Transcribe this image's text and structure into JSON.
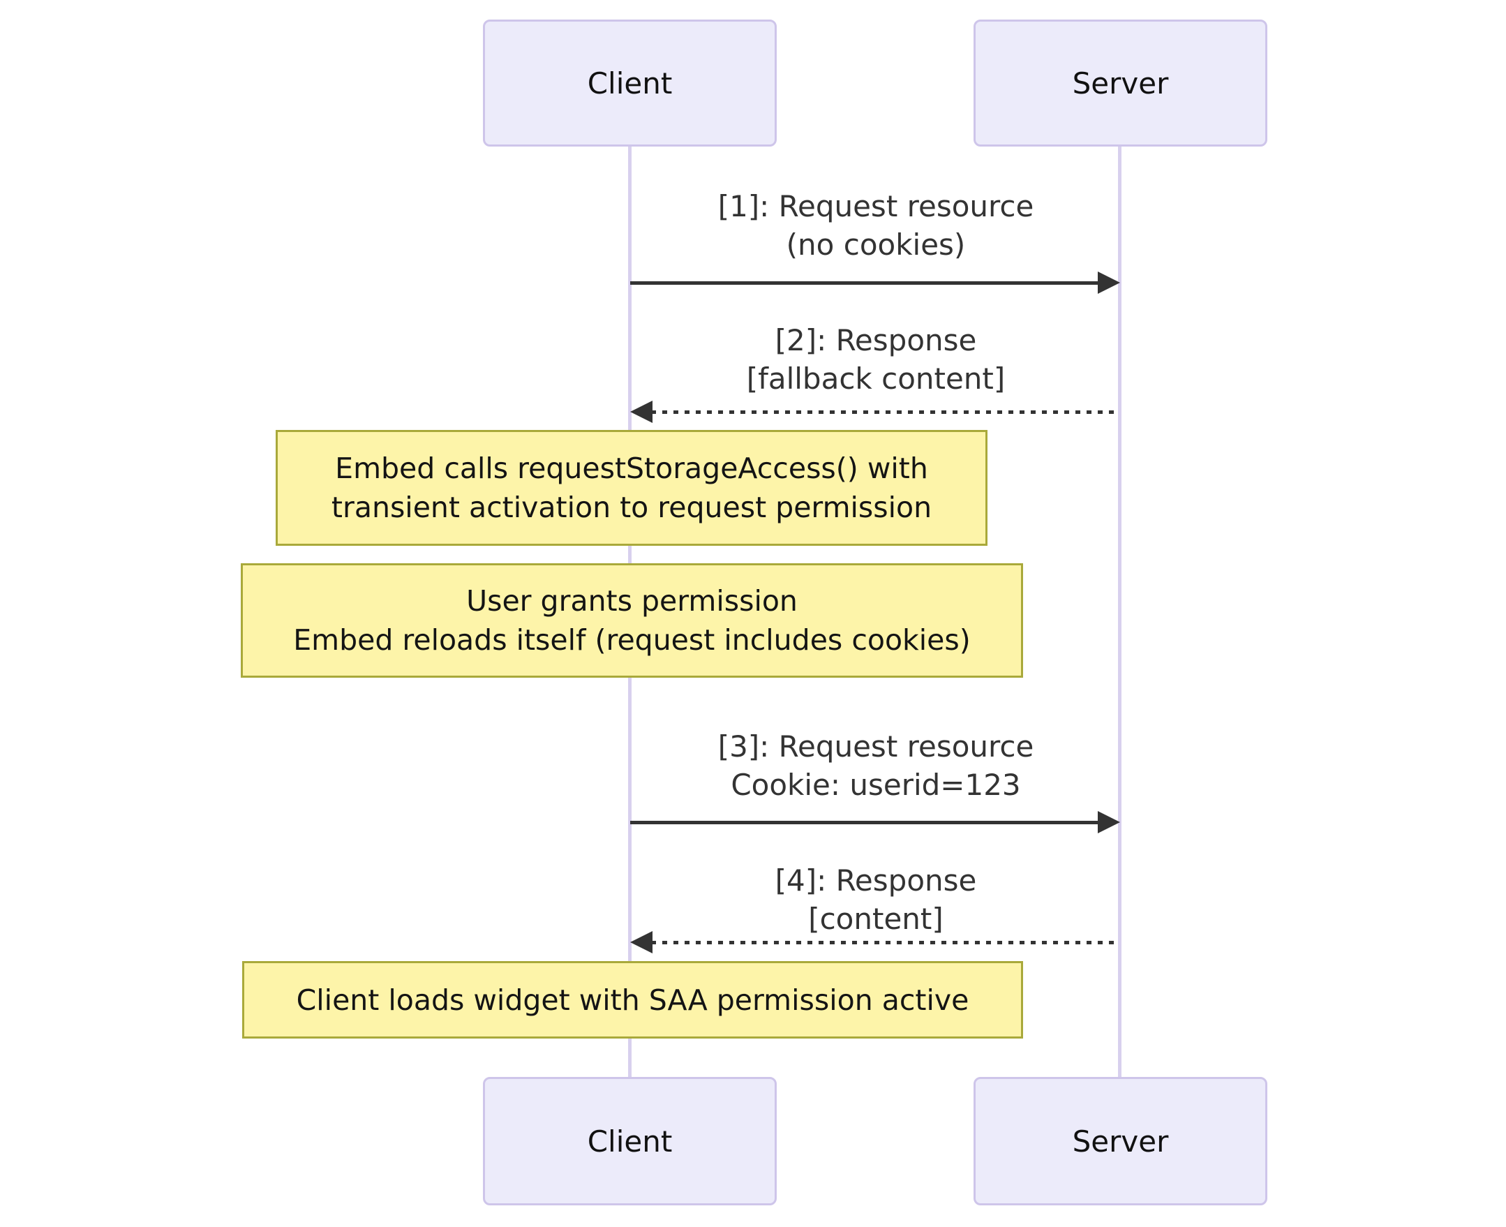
{
  "diagram_type": "sequence",
  "actors": {
    "client": {
      "label": "Client"
    },
    "server": {
      "label": "Server"
    }
  },
  "messages": [
    {
      "seq": 1,
      "line1": "[1]: Request resource",
      "line2": "(no cookies)",
      "from": "Client",
      "to": "Server",
      "style": "solid"
    },
    {
      "seq": 2,
      "line1": "[2]: Response",
      "line2": "[fallback content]",
      "from": "Server",
      "to": "Client",
      "style": "dashed"
    },
    {
      "seq": 3,
      "line1": "[3]: Request resource",
      "line2": "Cookie: userid=123",
      "from": "Client",
      "to": "Server",
      "style": "solid"
    },
    {
      "seq": 4,
      "line1": "[4]: Response",
      "line2": "[content]",
      "from": "Server",
      "to": "Client",
      "style": "dashed"
    }
  ],
  "notes": [
    {
      "line1": "Embed calls requestStorageAccess() with",
      "line2": "transient activation to request permission"
    },
    {
      "line1": "User grants permission",
      "line2": "Embed reloads itself (request includes cookies)"
    },
    {
      "line1": "Client loads widget with SAA permission active"
    }
  ],
  "colors": {
    "actor_fill": "#ECEBFA",
    "actor_border": "#CEC5EA",
    "lifeline": "#D8D0EE",
    "note_fill": "#FDF4A9",
    "note_border": "#A9A93A",
    "message_text": "#333333",
    "arrow": "#333333",
    "background": "#FFFFFF"
  }
}
